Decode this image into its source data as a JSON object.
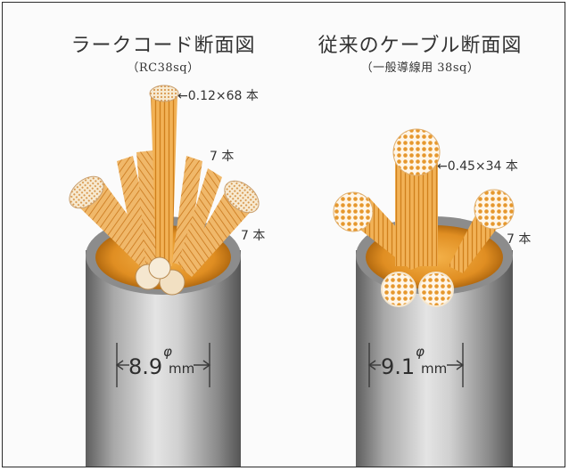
{
  "left_panel": {
    "title": "ラークコード断面図",
    "subtitle": "（RC38sq）",
    "label_strand": "←0.12×68 本",
    "label_inner": "7 本",
    "label_outer": "7 本",
    "diameter_value": "8.9",
    "diameter_symbol": "φ",
    "diameter_unit": "mm"
  },
  "right_panel": {
    "title": "従来のケーブル断面図",
    "subtitle": "（一般導線用 38sq）",
    "label_strand": "←0.45×34 本",
    "label_outer": "7 本",
    "diameter_value": "9.1",
    "diameter_symbol": "φ",
    "diameter_unit": "mm"
  },
  "colors": {
    "copper": "#e9a13c",
    "copper_dark": "#c97a1a",
    "copper_light": "#f6d9a8",
    "sheath_light": "#dcdcdc",
    "sheath_dark": "#6c6c6c"
  }
}
